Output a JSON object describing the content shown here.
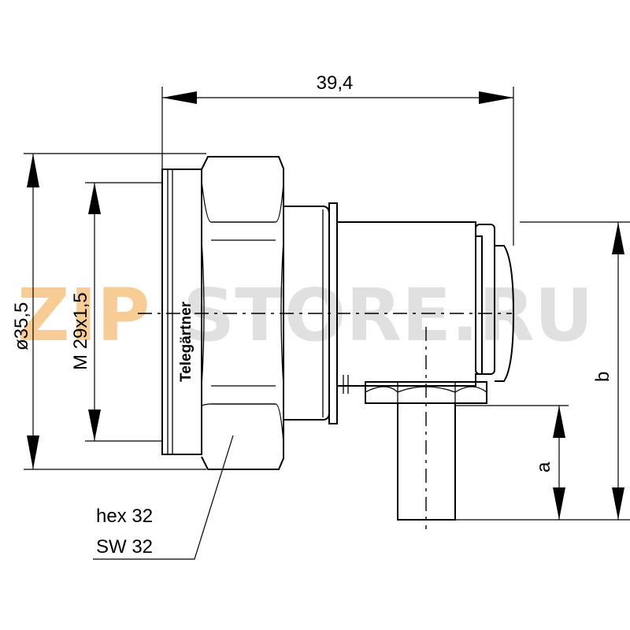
{
  "dimensions": {
    "overall_length": "39,4",
    "flange_diameter": "ø35,5",
    "thread": "M 29x1,5",
    "height_a": "a",
    "height_b": "b"
  },
  "hex_label": {
    "line1": "hex 32",
    "line2": "SW 32"
  },
  "brand": "Telegärtner",
  "watermark": {
    "part1": "ZIP",
    "part2": "STORE.RU",
    "color1": "#f4a340",
    "color2": "#c8c8c8"
  }
}
